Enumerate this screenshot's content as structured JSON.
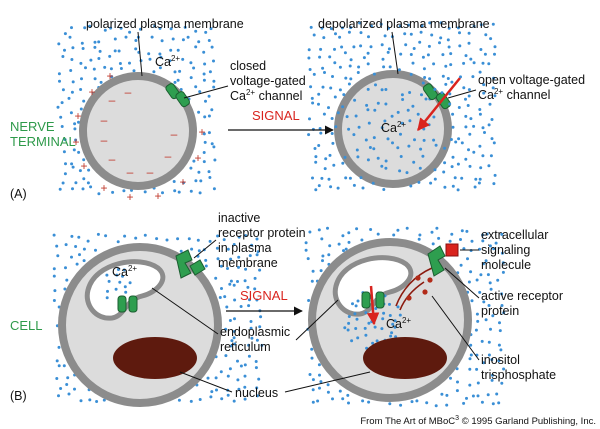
{
  "panel_a": {
    "panel_label": "(A)",
    "row_label_line1": "NERVE",
    "row_label_line2": "TERMINAL",
    "left_membrane_label": "polarized plasma membrane",
    "ion_label": "Ca",
    "ion_charge": "2+",
    "closed_channel_line1": "closed",
    "closed_channel_line2": "voltage-gated",
    "closed_channel_line3_ion": "Ca",
    "closed_channel_line3_rest": " channel",
    "signal_label": "SIGNAL",
    "right_membrane_label": "depolarized plasma membrane",
    "open_channel_line1": "open voltage-gated",
    "open_channel_line2_ion": "Ca",
    "open_channel_line2_rest": " channel",
    "inside_ion_label": "Ca",
    "plus_sign": "+",
    "minus_sign": "–"
  },
  "panel_b": {
    "panel_label": "(B)",
    "row_label": "CELL",
    "inactive_receptor_line1": "inactive",
    "inactive_receptor_line2": "receptor protein",
    "inactive_receptor_line3": "in plasma",
    "inactive_receptor_line4": "membrane",
    "er_ion_label": "Ca",
    "signal_label": "SIGNAL",
    "er_line1": "endoplasmic",
    "er_line2": "reticulum",
    "nucleus_label": "nucleus",
    "extracellular_line1": "extracellular",
    "extracellular_line2": "signaling",
    "extracellular_line3": "molecule",
    "active_receptor_line1": "active receptor",
    "active_receptor_line2": "protein",
    "inositol_line1": "inositol",
    "inositol_line2": "trisphosphate",
    "cytosol_ion_label": "Ca"
  },
  "credit": {
    "prefix": "From The Art of MBoC",
    "superscript": "3",
    "suffix": " © 1995 Garland Publishing, Inc."
  },
  "colors": {
    "membrane": "#8c8c8c",
    "cytoplasm": "#dcdcdc",
    "ions": "#3a8fd6",
    "channel": "#2e9e4f",
    "signal_arrow": "#d9241e",
    "nucleus": "#5e1a0e",
    "charges": "#c0392b"
  }
}
